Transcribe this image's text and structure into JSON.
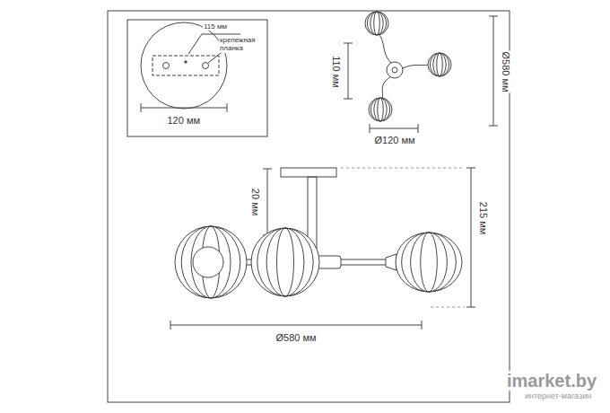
{
  "diagram": {
    "labels": [
      "115 мм",
      "крепежная планка",
      "120 мм",
      "Ø580 мм",
      "110 мм",
      "Ø120 мм",
      "20 мм",
      "215 мм",
      "Ø580 мм",
      "imarket.by",
      "интернет-магазин"
    ]
  }
}
